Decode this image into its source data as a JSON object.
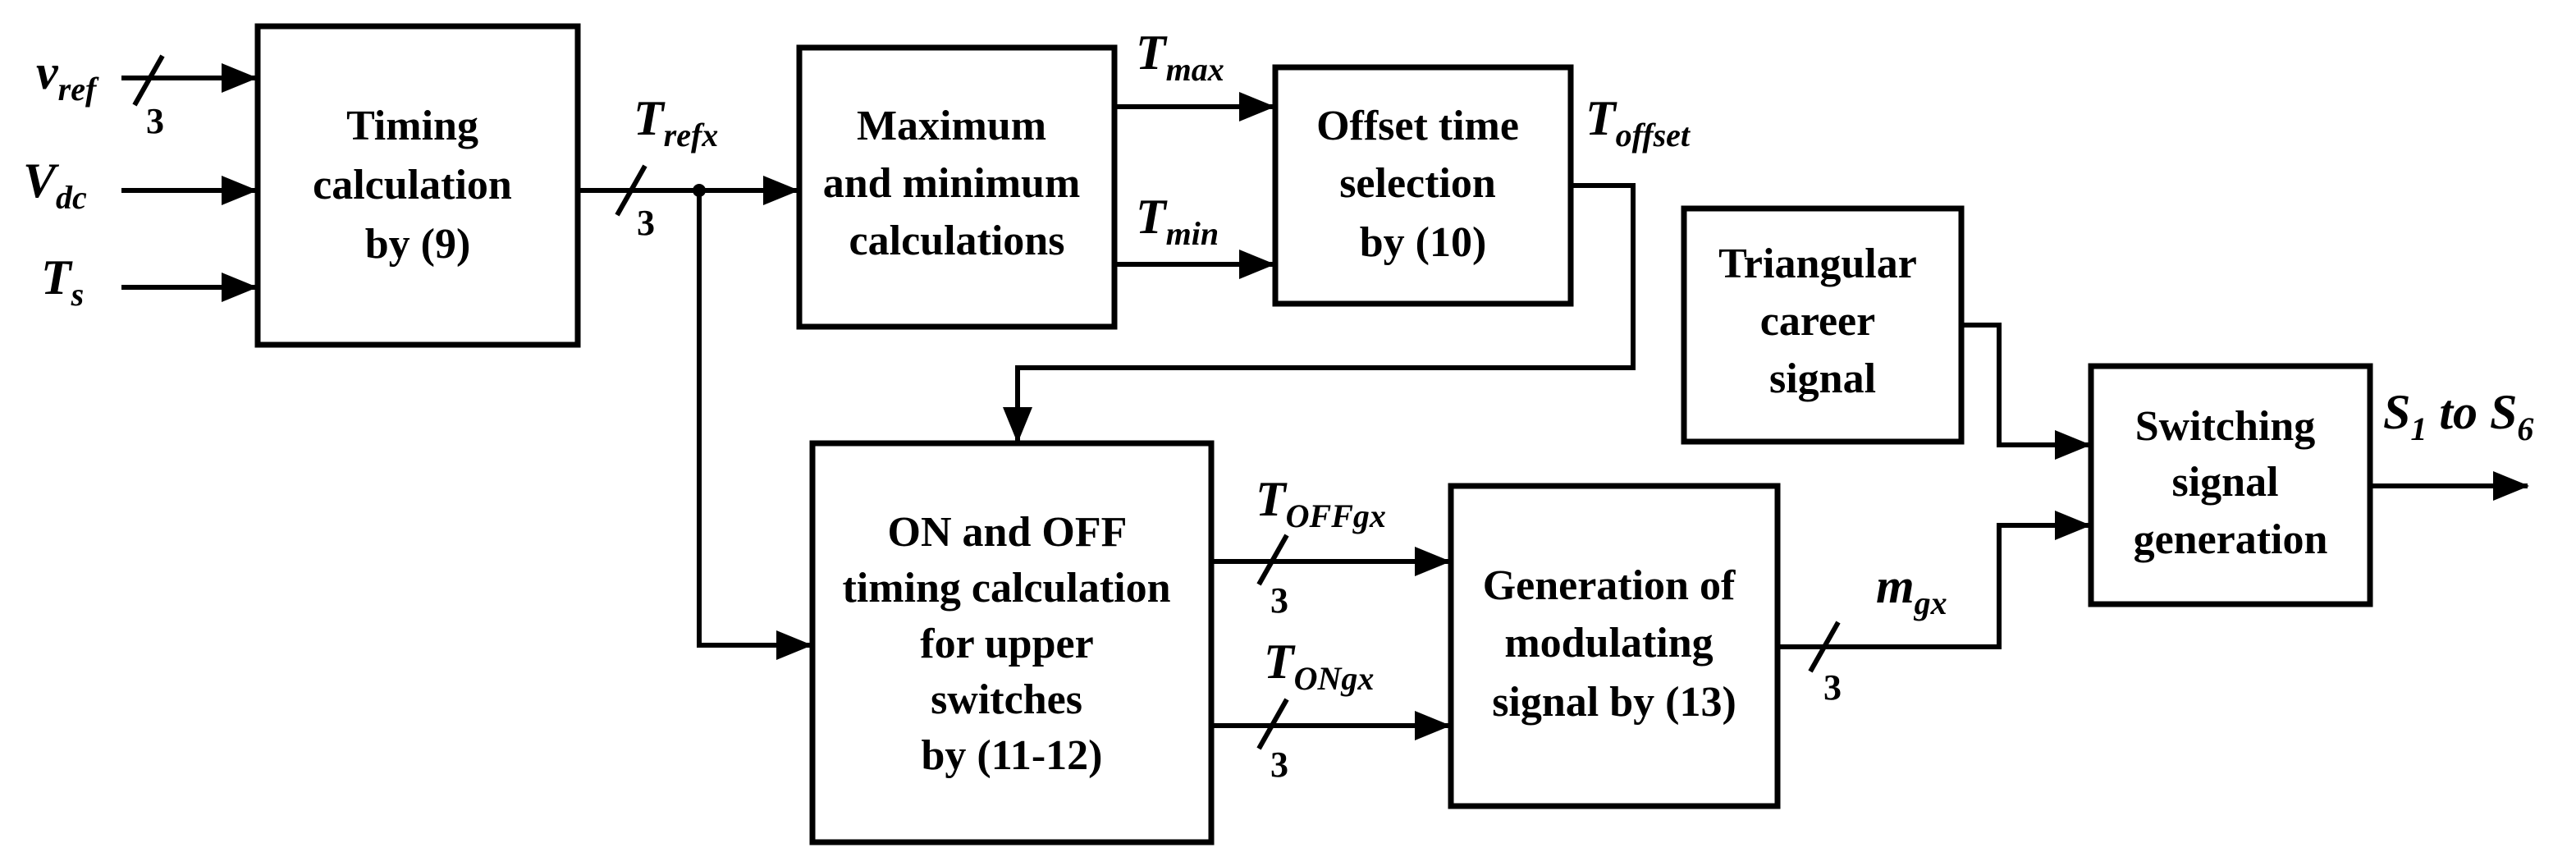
{
  "blocks": {
    "timing": [
      "Timing",
      "calculation",
      "by (9)"
    ],
    "maxmin": [
      "Maximum",
      "and minimum",
      "calculations"
    ],
    "offset": [
      "Offset time",
      "selection",
      "by (10)"
    ],
    "onoff": [
      "ON and OFF",
      "timing calculation",
      "for upper",
      "switches",
      "by (11-12)"
    ],
    "modgen": [
      "Generation of",
      "modulating",
      "signal by (13)"
    ],
    "triangular": [
      "Triangular",
      "career",
      "signal"
    ],
    "switching": [
      "Switching",
      "signal",
      "generation"
    ]
  },
  "signals": {
    "vref": {
      "main": "v",
      "sub": "ref"
    },
    "vdc": {
      "main": "V",
      "sub": "dc"
    },
    "ts": {
      "main": "T",
      "sub": "s"
    },
    "trefx": {
      "main": "T",
      "sub": "refx"
    },
    "tmax": {
      "main": "T",
      "sub": "max"
    },
    "tmin": {
      "main": "T",
      "sub": "min"
    },
    "toffset": {
      "main": "T",
      "sub": "offset"
    },
    "toffgx": {
      "main": "T",
      "sub": "OFFgx"
    },
    "tongx": {
      "main": "T",
      "sub": "ONgx"
    },
    "mgx": {
      "main": "m",
      "sub": "gx"
    },
    "output": {
      "s1": "S",
      "s1sub": "1",
      "mid": " to ",
      "s6": "S",
      "s6sub": "6"
    }
  },
  "bus_width": "3"
}
